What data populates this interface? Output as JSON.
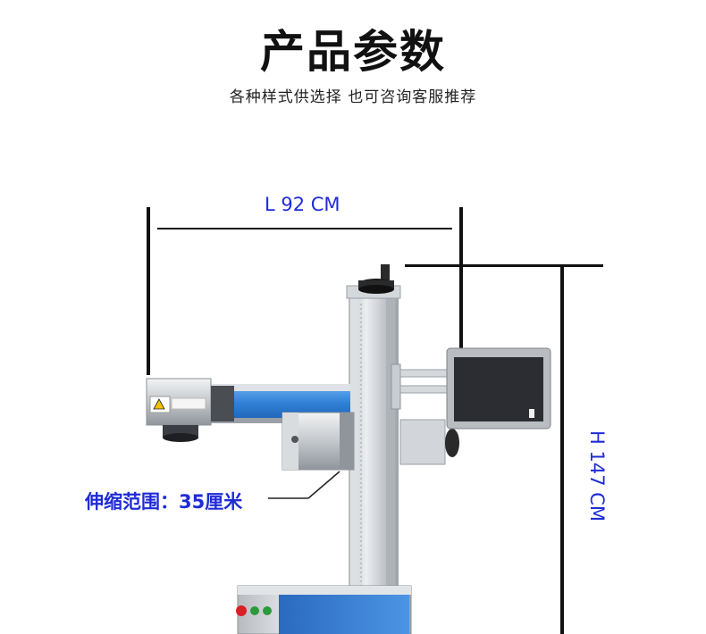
{
  "header": {
    "title": "产品参数",
    "subtitle": "各种样式供选择 也可咨询客服推荐"
  },
  "dimensions": {
    "length": "L 92 CM",
    "height": "H 147 CM",
    "stroke_range": "伸缩范围：35厘米"
  },
  "colors": {
    "label_blue": "#1f2bd6",
    "panel_blue": "#3d8be0",
    "aluminum": "#c9ccd0",
    "screen": "#2b2d33"
  }
}
